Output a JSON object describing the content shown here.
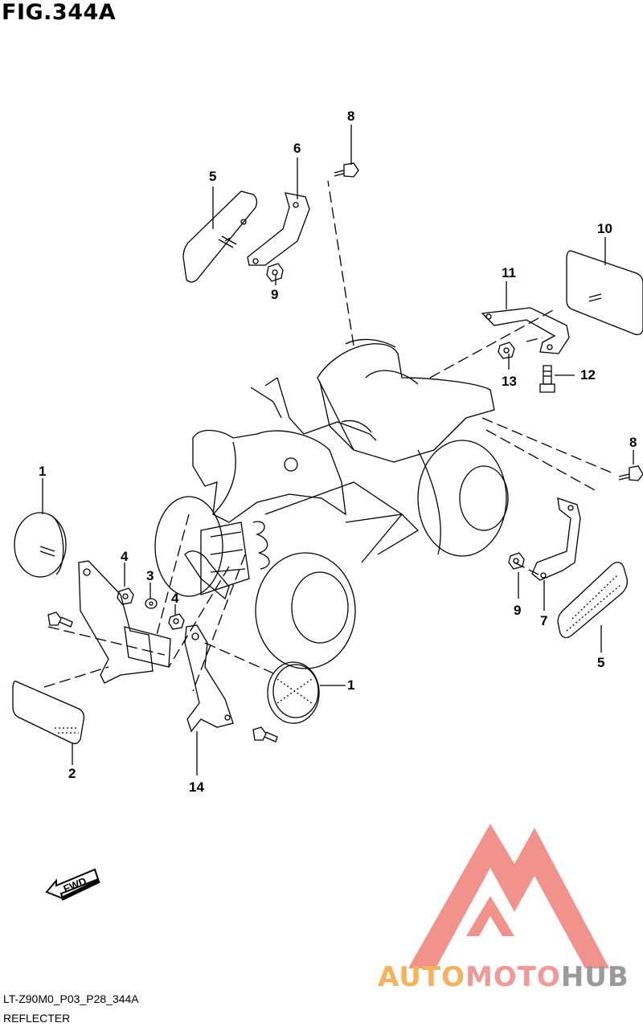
{
  "figure": {
    "title": "FIG.344A",
    "code": "LT-Z90M0_P03_P28_344A",
    "name": "REFLECTER"
  },
  "callouts": {
    "c1a": "1",
    "c1b": "1",
    "c2": "2",
    "c3": "3",
    "c4a": "4",
    "c4b": "4",
    "c5a": "5",
    "c5b": "5",
    "c6": "6",
    "c7": "7",
    "c8a": "8",
    "c8b": "8",
    "c9a": "9",
    "c9b": "9",
    "c10": "10",
    "c11": "11",
    "c12": "12",
    "c13": "13",
    "c14": "14"
  },
  "fwd_label": "FWD",
  "watermark": {
    "auto": "AUTO",
    "moto": "MOTO",
    "hub": "HUB"
  },
  "colors": {
    "line": "#000000",
    "watermark_red": "#e8392f",
    "watermark_orange": "#f4b35a",
    "watermark_gray": "#9a9a9a"
  }
}
